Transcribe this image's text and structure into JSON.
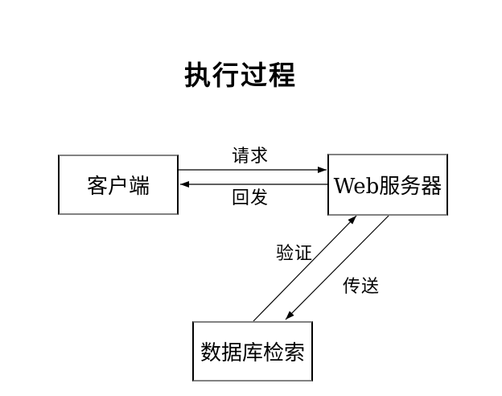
{
  "title": "执行过程",
  "nodes": {
    "client": {
      "label": "客户端"
    },
    "web_server": {
      "label": "Web服务器"
    },
    "database": {
      "label": "数据库检索"
    }
  },
  "edges": {
    "request": {
      "label": "请求",
      "from": "客户端",
      "to": "Web服务器"
    },
    "postback": {
      "label": "回发",
      "from": "Web服务器",
      "to": "客户端"
    },
    "verify": {
      "label": "验证",
      "from": "数据库检索",
      "to": "Web服务器"
    },
    "transfer": {
      "label": "传送",
      "from": "Web服务器",
      "to": "数据库检索"
    }
  },
  "colors": {
    "background": "#ffffff",
    "line": "#000000",
    "text": "#000000",
    "box_border_vertical": "#000000",
    "box_border_horizontal": "#828282"
  }
}
